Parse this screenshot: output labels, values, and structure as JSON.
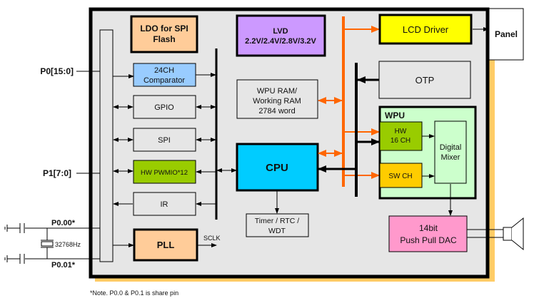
{
  "colors": {
    "chip_bg": "#e6e6e6",
    "shadow": "#ffcc66",
    "ldo": "#ffcc99",
    "lvd": "#cc99ff",
    "lcd": "#ffff00",
    "comparator": "#99ccff",
    "pwm": "#99cc00",
    "cpu": "#00ccff",
    "wpu": "#ccffcc",
    "hw": "#99cc00",
    "sw": "#ffcc00",
    "dac": "#ff99cc",
    "pll": "#ffcc99",
    "orange_bus": "#ff6600"
  },
  "pins": {
    "p0": "P0[15:0]",
    "p1": "P1[7:0]",
    "p000": "P0.00*",
    "p001": "P0.01*",
    "crystal": "32768Hz"
  },
  "blocks": {
    "ldo": [
      "LDO for SPI",
      "Flash"
    ],
    "lvd": [
      "LVD",
      "2.2V/2.4V/2.8V/3.2V"
    ],
    "lcd": "LCD Driver",
    "panel": "Panel",
    "comparator": [
      "24CH",
      "Comparator"
    ],
    "gpio": "GPIO",
    "spi": "SPI",
    "pwm": "HW PWMIO*12",
    "ir": "IR",
    "pll": "PLL",
    "sclk": "SCLK",
    "ram": [
      "WPU RAM/",
      "Working RAM",
      "2784 word"
    ],
    "otp": "OTP",
    "cpu": "CPU",
    "timer": [
      "Timer / RTC /",
      "WDT"
    ],
    "wpu": "WPU",
    "hw": [
      "HW",
      "16 CH"
    ],
    "sw": "SW CH",
    "mixer": [
      "Digital",
      "Mixer"
    ],
    "dac": [
      "14bit",
      "Push Pull DAC"
    ]
  },
  "note": "*Note. P0.0 & P0.1 is share pin"
}
